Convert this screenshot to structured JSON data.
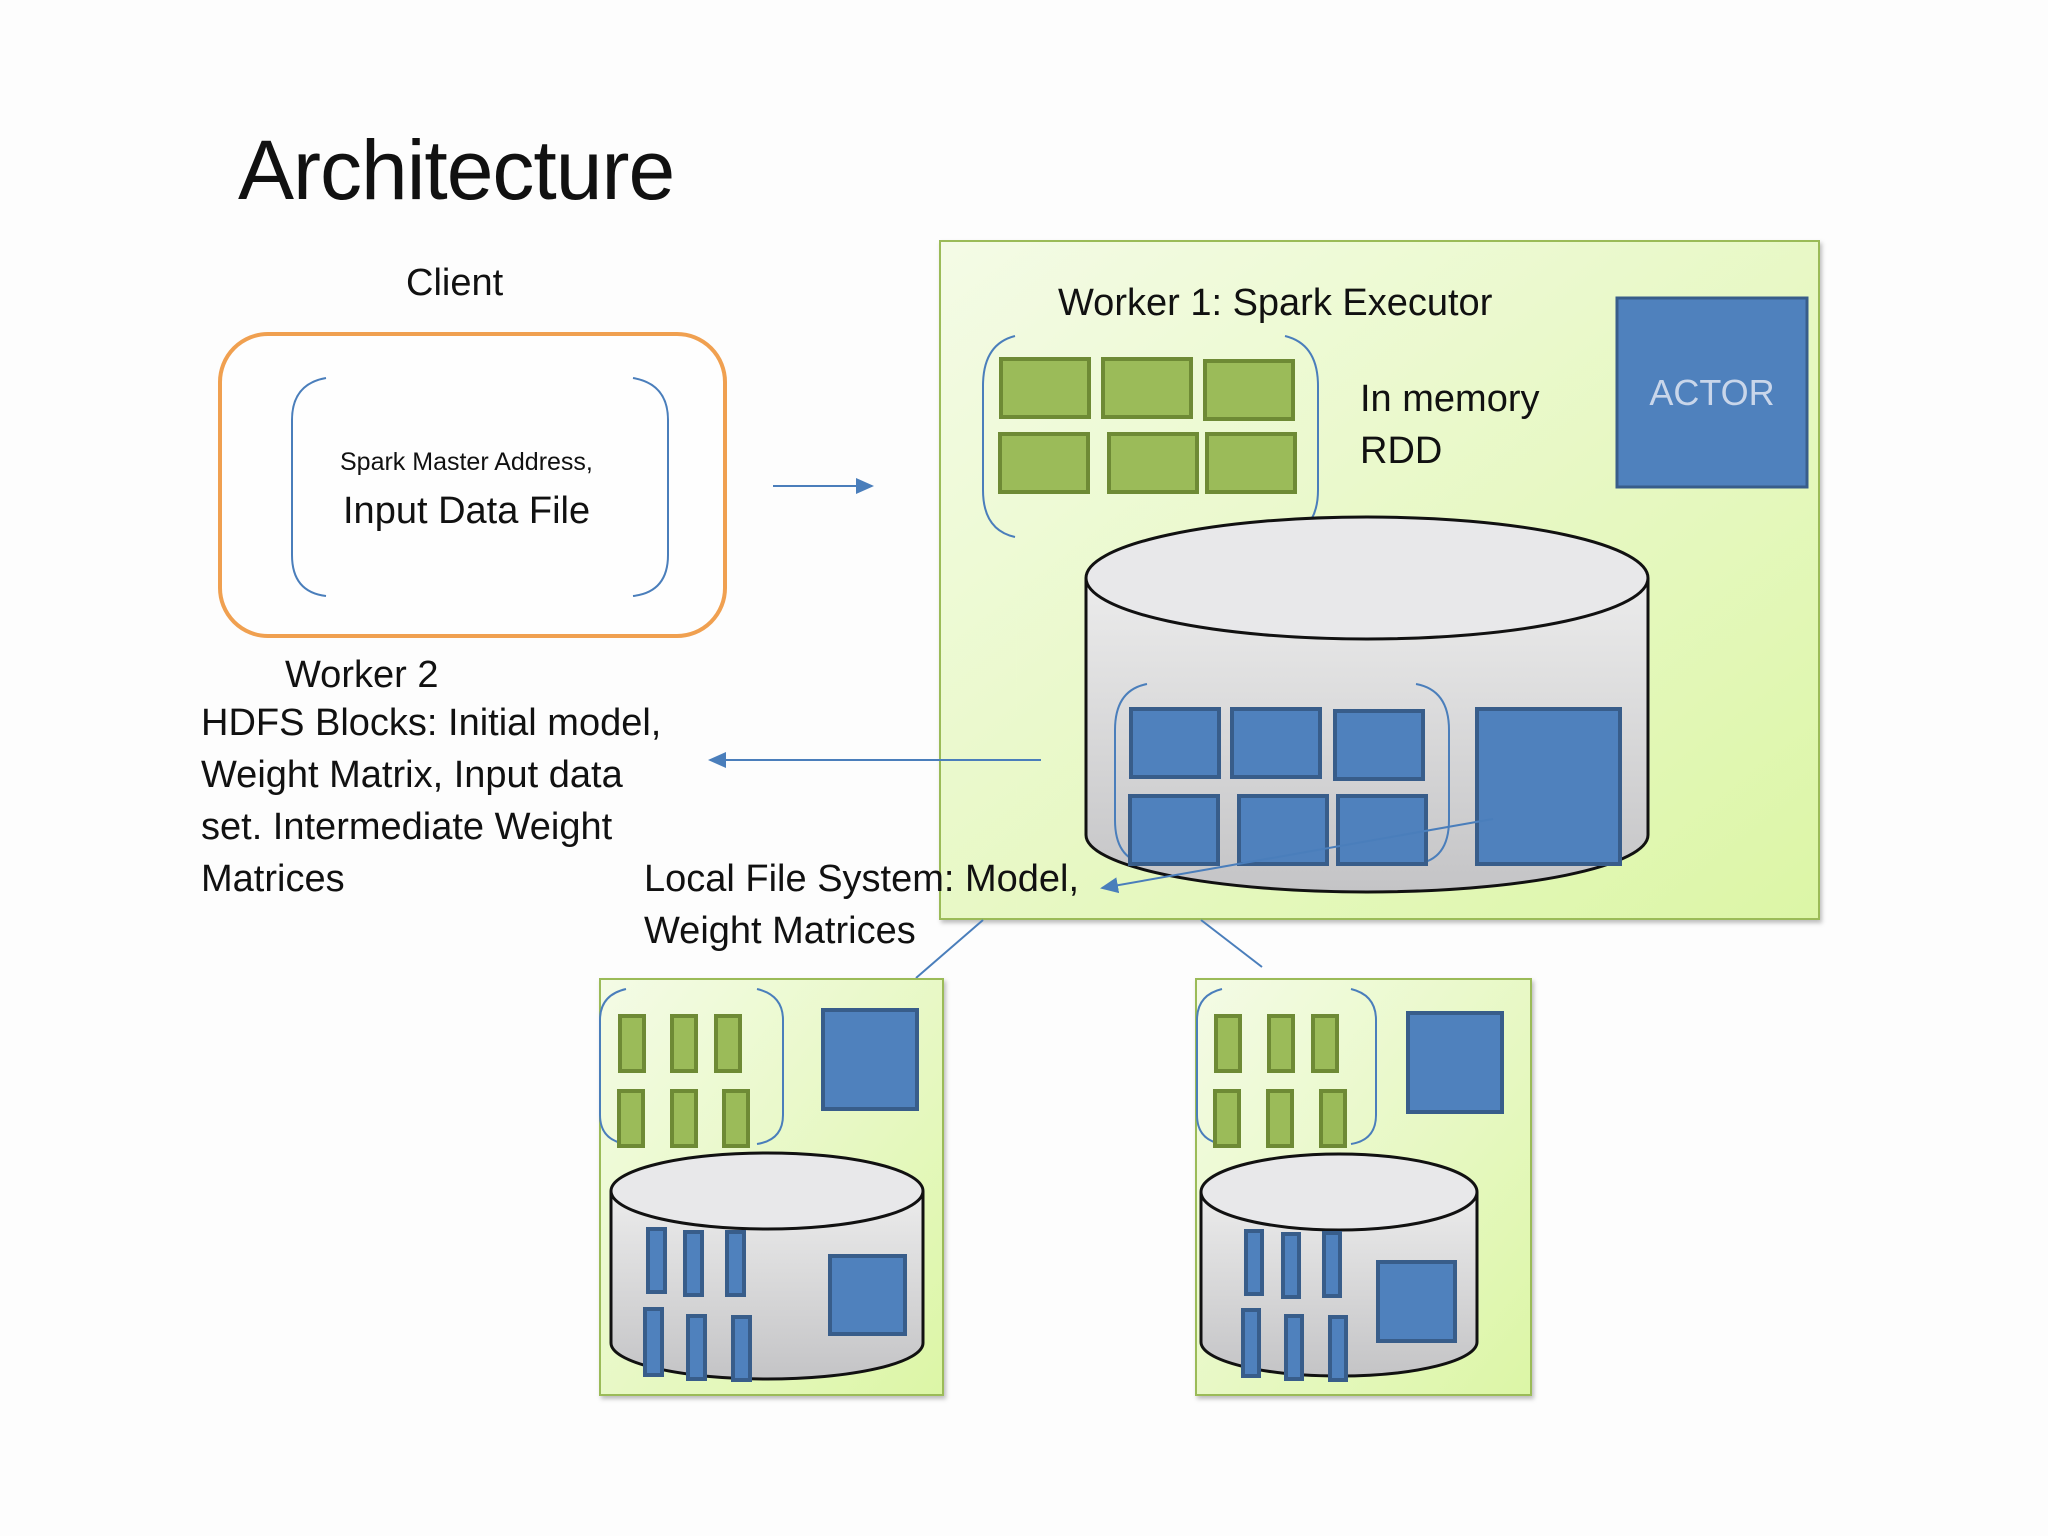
{
  "title": "Architecture",
  "client": {
    "label": "Client",
    "content_line1": "Spark Master Address,",
    "content_line2": "Input Data File"
  },
  "worker1": {
    "title": "Worker 1: Spark Executor",
    "rdd_label_line1": "In memory",
    "rdd_label_line2": "RDD",
    "actor_label": "ACTOR"
  },
  "worker2": {
    "title": "Worker 2",
    "hdfs_lines": [
      "HDFS Blocks: Initial model,",
      "Weight Matrix, Input data",
      "set. Intermediate Weight",
      "Matrices"
    ]
  },
  "local_fs": {
    "lines": [
      "Local File System: Model,",
      "Weight Matrices"
    ]
  },
  "colors": {
    "client_border": "#f0a050",
    "worker_fill": "#eaf8cc",
    "worker_border": "#9bbb59",
    "rdd_block": "#9bbb59",
    "rdd_block_border": "#6e8a35",
    "disk_block": "#4f81bd",
    "disk_block_border": "#385d8a",
    "arrow": "#4a7ebb"
  }
}
